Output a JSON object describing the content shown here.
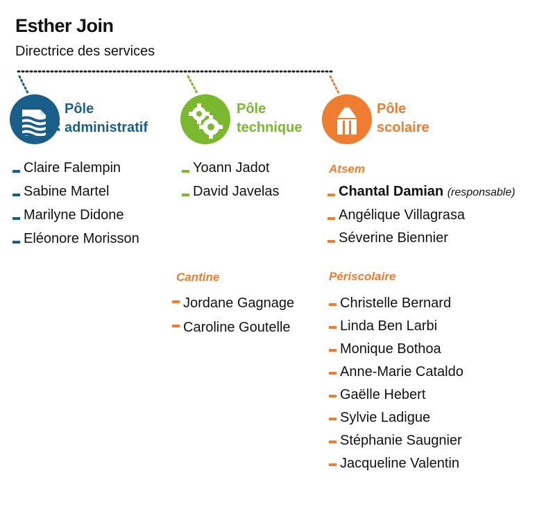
{
  "director": {
    "name": "Esther Join",
    "role": "Directrice des services"
  },
  "colors": {
    "admin": "#1a5f89",
    "tech": "#7cb82f",
    "scolaire": "#ee7d31"
  },
  "poles": {
    "admin": {
      "line1": "Pôle",
      "line2": "administratif",
      "icon": "document-lines-icon",
      "members": [
        "Claire Falempin",
        "Sabine Martel",
        "Marilyne Didone",
        "Eléonore Morisson"
      ]
    },
    "tech": {
      "line1": "Pôle",
      "line2": "technique",
      "icon": "gears-icon",
      "members": [
        "Yoann Jadot",
        "David Javelas"
      ],
      "cantine": {
        "title": "Cantine",
        "members": [
          "Jordane Gagnage",
          "Caroline Goutelle"
        ]
      }
    },
    "scolaire": {
      "line1": "Pôle",
      "line2": "scolaire",
      "icon": "pencil-icon",
      "atsem": {
        "title": "Atsem",
        "head": "Chantal Damian",
        "head_note": "(responsable)",
        "members": [
          "Angélique Villagrasa",
          "Séverine Biennier"
        ]
      },
      "periscolaire": {
        "title": "Périscolaire",
        "members": [
          "Christelle Bernard",
          "Linda Ben Larbi",
          "Monique Bothoa",
          "Anne-Marie Cataldo",
          "Gaëlle Hebert",
          "Sylvie Ladigue",
          "Stéphanie Saugnier",
          "Jacqueline Valentin"
        ]
      }
    }
  }
}
